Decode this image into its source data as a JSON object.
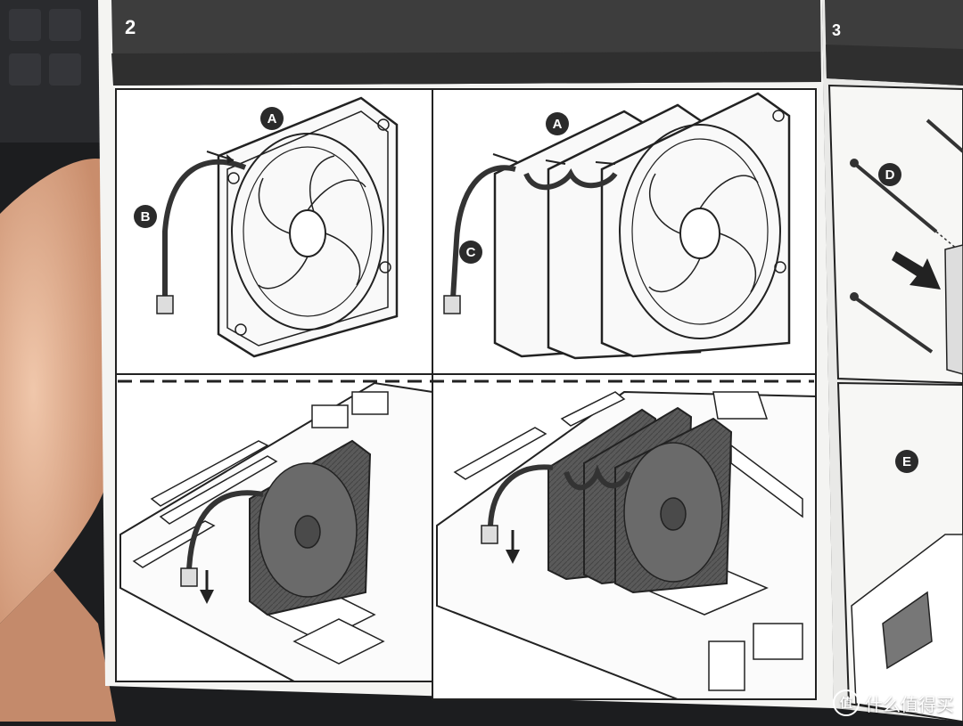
{
  "page": {
    "step_left": "2",
    "step_right": "3"
  },
  "callouts": {
    "top_left_a": "A",
    "top_left_b": "B",
    "top_right_a": "A",
    "top_right_c": "C",
    "right_d": "D",
    "right_e": "E"
  },
  "watermark": {
    "icon_text": "值",
    "text": "什么值得买"
  },
  "colors": {
    "paper": "#f3f3f1",
    "header_bar": "#3b3b3b",
    "ink": "#2b2b2b",
    "skin": "#e7b99c",
    "background": "#1c1d1f"
  }
}
